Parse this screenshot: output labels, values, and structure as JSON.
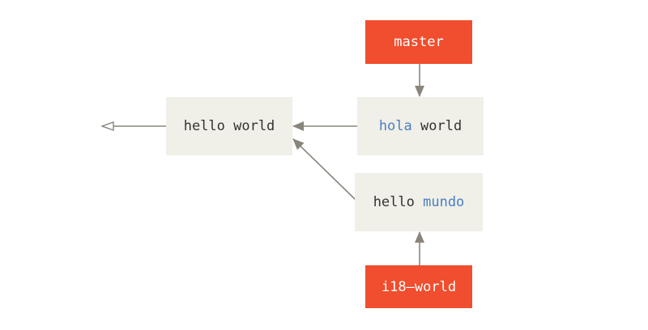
{
  "nodes": {
    "hello_world": {
      "text": "hello world"
    },
    "hola_world": {
      "changed": "hola",
      "rest": " world"
    },
    "hello_mundo": {
      "rest": "hello ",
      "changed": "mundo"
    }
  },
  "refs": {
    "master": "master",
    "i18_world": "i18—world"
  },
  "colors": {
    "node_fill": "#f0efe8",
    "ref_fill": "#f04e2e",
    "ref_text": "#ffffff",
    "text": "#333333",
    "changed_text": "#4a7fc1",
    "arrow": "#8a857c"
  }
}
